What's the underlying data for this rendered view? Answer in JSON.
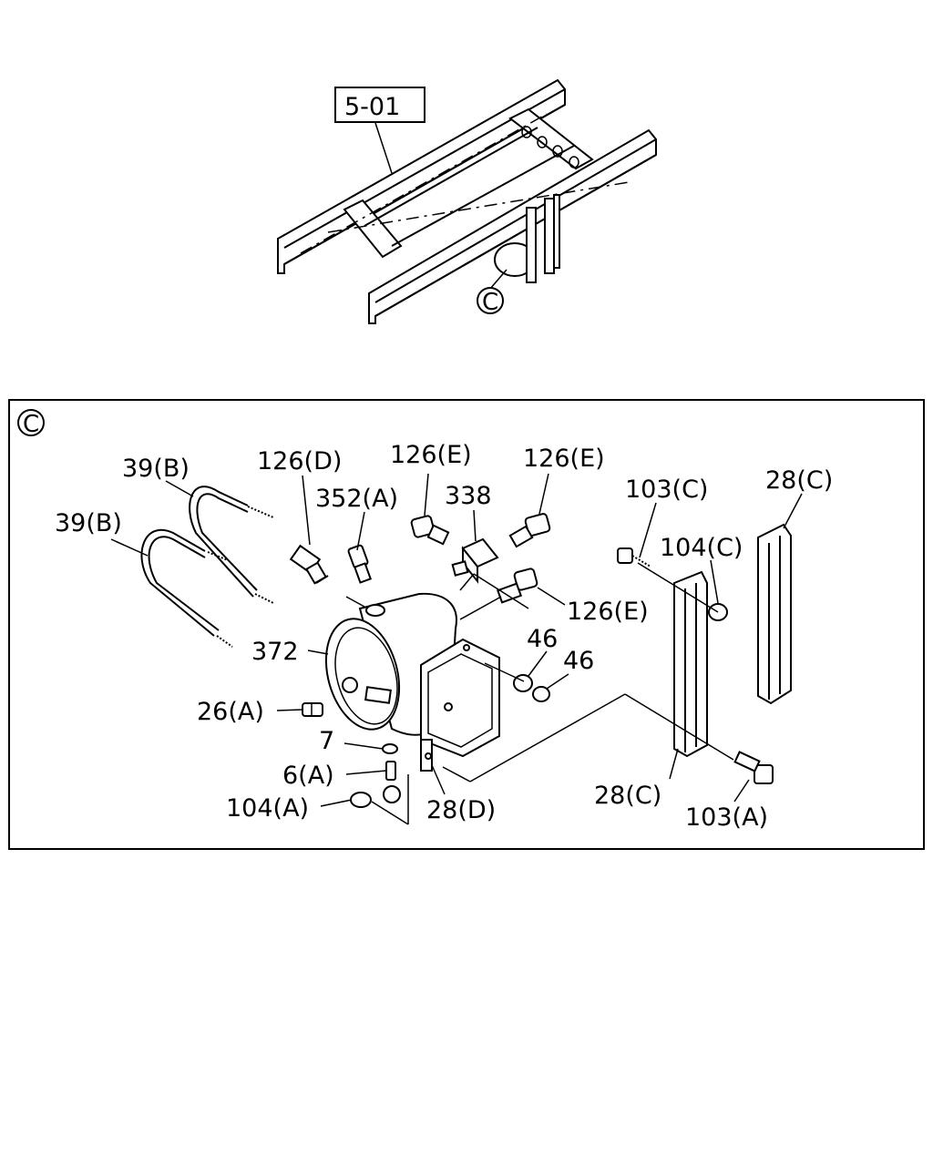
{
  "overview": {
    "reference_box": "5-01",
    "detail_marker": "C"
  },
  "detail": {
    "marker": "C",
    "callouts": {
      "u_bolt_upper": "39(B)",
      "u_bolt_lower": "39(B)",
      "drain_valve_126d": "126(D)",
      "valve_352a": "352(A)",
      "elbow_126e_left": "126(E)",
      "block_338": "338",
      "elbow_126e_right": "126(E)",
      "elbow_126e_lower": "126(E)",
      "tank_372": "372",
      "plug_26a": "26(A)",
      "washer_7": "7",
      "drain_6a": "6(A)",
      "nut_104a": "104(A)",
      "bracket_28d": "28(D)",
      "nut_46_a": "46",
      "nut_46_b": "46",
      "bolt_103c": "103(C)",
      "nut_104c": "104(C)",
      "bracket_28c_back": "28(C)",
      "bracket_28c_front": "28(C)",
      "bolt_103a": "103(A)"
    }
  }
}
